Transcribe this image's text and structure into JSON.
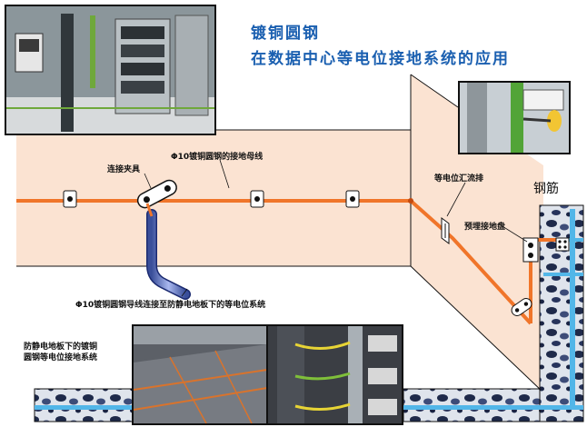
{
  "title": {
    "line1": "镀铜圆钢",
    "line2": "在数据中心等电位接地系统的应用"
  },
  "labels": {
    "clamp": "连接夹具",
    "bus_line": "Φ10镀铜圆钢的接地母线",
    "busbar": "等电位汇流排",
    "rebar": "钢筋",
    "embedded_plate": "预埋接地盘",
    "conductor": "Φ10镀铜圆钢导线连接至防静电地板下的等电位系统",
    "floor_system_line1": "防静电地板下的镀铜",
    "floor_system_line2": "圆钢等电位接地系统"
  },
  "colors": {
    "title": "#1a5fb0",
    "bus": "#f0752a",
    "wall": "#fbe3d2",
    "floor_stripe": "#52b6e8",
    "concrete": "#dfe4ec"
  },
  "icons": {
    "clamp": "connection-clamp-icon",
    "bracket": "wall-bracket-icon"
  }
}
